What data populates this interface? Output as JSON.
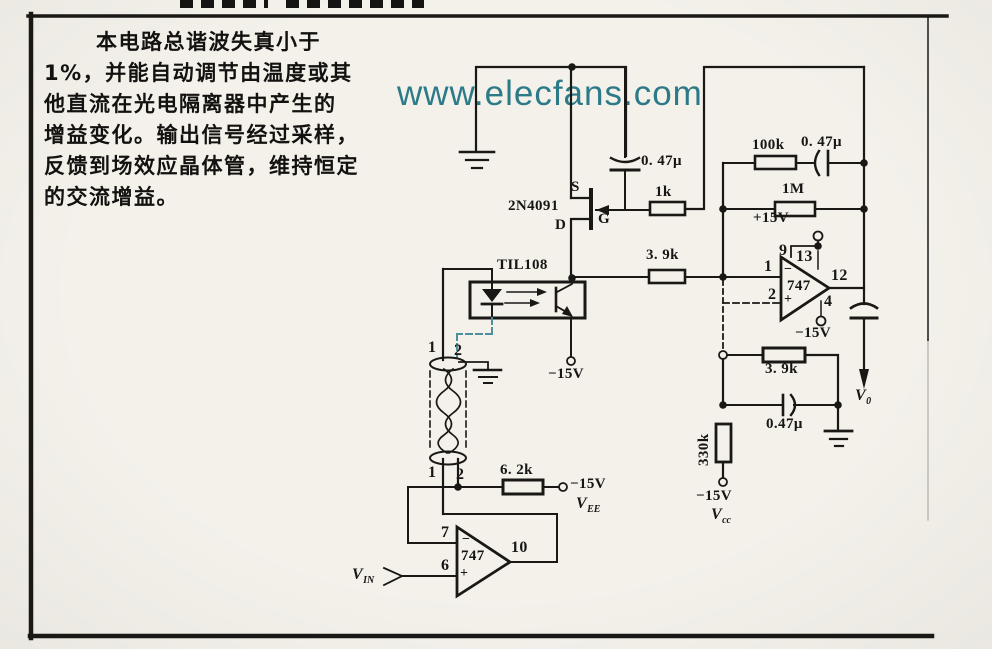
{
  "page": {
    "watermark": "www.elecfans.com",
    "description": {
      "lines": [
        "本电路总谐波失真小于",
        "1%，并能自动调节由温度或其",
        "他直流在光电隔离器中产生的",
        "增益变化。输出信号经过采样，",
        "反馈到场效应晶体管，维持恒定",
        "的交流增益。"
      ]
    }
  },
  "schematic": {
    "fet": {
      "part": "2N4091",
      "source": "S",
      "gate": "G",
      "drain": "D"
    },
    "optocoupler": {
      "part": "TIL108",
      "supply": "−15V"
    },
    "opamp_right": {
      "part": "747",
      "pin_inv": "1",
      "pin_noninv": "2",
      "pin_vpos_a": "9",
      "pin_vpos_b": "13",
      "pin_out": "12",
      "pin_vneg": "4",
      "minus": "−",
      "plus": "+",
      "supply_pos": "+15V",
      "supply_neg": "−15V"
    },
    "opamp_left": {
      "part": "747",
      "pin_inv": "7",
      "pin_noninv": "6",
      "pin_out": "10",
      "minus": "−",
      "plus": "+"
    },
    "resistors": {
      "r_100k": "100k",
      "r_1m": "1M",
      "r_1k": "1k",
      "r_39k_in": "3. 9k",
      "r_39k_fb": "3. 9k",
      "r_330k": "330k",
      "r_62k": "6. 2k"
    },
    "capacitors": {
      "c_top_right": "0. 47μ",
      "c_gate": "0. 47μ",
      "c_fb": "0.47μ"
    },
    "supplies": {
      "neg15_vcc": "−15V",
      "neg15_vee": "−15V"
    },
    "ports": {
      "vin": {
        "base": "V",
        "sub": "IN"
      },
      "vo": {
        "base": "V",
        "sub": "0"
      },
      "vee": {
        "base": "V",
        "sub": "EE"
      },
      "vcc": {
        "base": "V",
        "sub": "cc"
      }
    },
    "cable": {
      "top1": "1",
      "top2": "2",
      "bot1": "1",
      "bot2": "2"
    }
  }
}
